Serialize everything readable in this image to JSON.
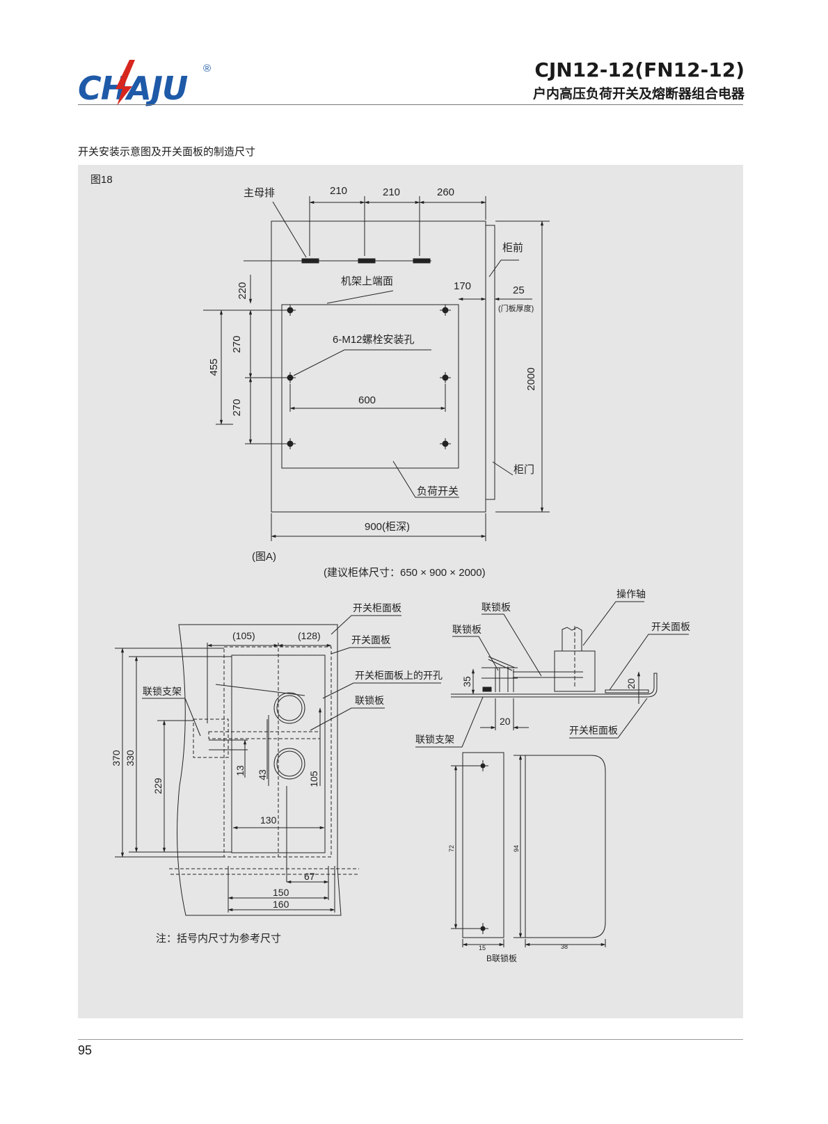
{
  "header": {
    "logo": "CHAJU",
    "registered": "®",
    "model": "CJN12-12(FN12-12)",
    "subtitle": "户内高压负荷开关及熔断器组合电器"
  },
  "section_title": "开关安装示意图及开关面板的制造尺寸",
  "figure": {
    "fig_no": "图18",
    "figA": {
      "main_busbar": "主母排",
      "dim_top": [
        "210",
        "210",
        "260"
      ],
      "front": "柜前",
      "frame_top": "机架上端面",
      "d170": "170",
      "d25": "25",
      "door_thickness": "(门板厚度)",
      "d220": "220",
      "d270a": "270",
      "d455": "455",
      "d270b": "270",
      "bolt_holes": "6-M12螺栓安装孔",
      "d600": "600",
      "d2000": "2000",
      "cabinet_door": "柜门",
      "load_switch": "负荷开关",
      "depth": "900(柜深)",
      "caption": "(图A)",
      "suggested": "(建议柜体尺寸：650 × 900 × 2000)"
    },
    "panel_view": {
      "cab_panel": "开关柜面板",
      "d105p": "(105)",
      "d128p": "(128)",
      "switch_panel": "开关面板",
      "panel_hole": "开关柜面板上的开孔",
      "interlock_bracket": "联锁支架",
      "interlock_plate": "联锁板",
      "d370": "370",
      "d330": "330",
      "d229": "229",
      "d13": "13",
      "d43": "43",
      "d105": "105",
      "d130": "130",
      "d67": "67",
      "d150": "150",
      "d160": "160",
      "note": "注：括号内尺寸为参考尺寸"
    },
    "side_view": {
      "op_shaft": "操作轴",
      "interlock_plate_a": "联锁板",
      "interlock_plate_b": "联锁板",
      "switch_panel": "开关面板",
      "d35": "35",
      "d20a": "20",
      "d20b": "20",
      "cab_panel": "开关柜面板",
      "interlock_bracket": "联锁支架"
    },
    "b_plate": {
      "d72": "72",
      "d94": "94",
      "d15": "15",
      "d38": "38",
      "caption": "B联锁板"
    }
  },
  "page_number": "95",
  "colors": {
    "brand_blue": "#1e5aa8",
    "brand_red": "#d7261e",
    "panel_bg": "#e6e6e6"
  }
}
